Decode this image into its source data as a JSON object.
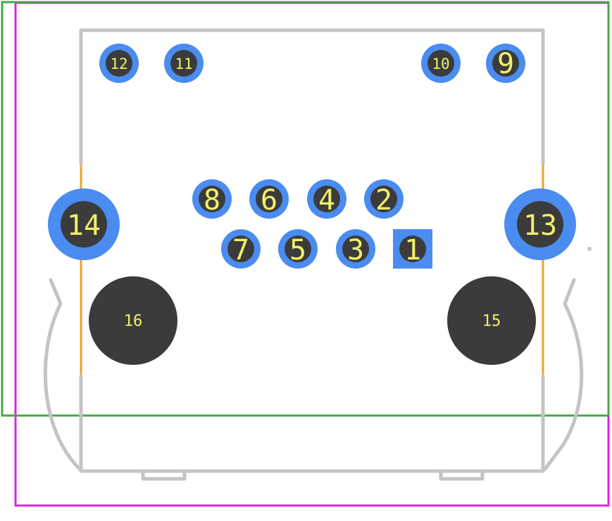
{
  "colors": {
    "background": "#ffffff",
    "courtyard": "#e020e0",
    "assembly": "#44a844",
    "silkscreen": "#c4c4c4",
    "fab": "#f0a030",
    "pad_copper": "#4a8cf0",
    "drill": "#3b3b3b",
    "label": "#f2f06a"
  },
  "pads": [
    {
      "id": "pin-1",
      "label": "1",
      "shape": "square"
    },
    {
      "id": "pin-2",
      "label": "2",
      "shape": "round"
    },
    {
      "id": "pin-3",
      "label": "3",
      "shape": "round"
    },
    {
      "id": "pin-4",
      "label": "4",
      "shape": "round"
    },
    {
      "id": "pin-5",
      "label": "5",
      "shape": "round"
    },
    {
      "id": "pin-6",
      "label": "6",
      "shape": "round"
    },
    {
      "id": "pin-7",
      "label": "7",
      "shape": "round"
    },
    {
      "id": "pin-8",
      "label": "8",
      "shape": "round"
    },
    {
      "id": "pin-9",
      "label": "9",
      "shape": "round"
    },
    {
      "id": "pin-10",
      "label": "10",
      "shape": "round"
    },
    {
      "id": "pin-11",
      "label": "11",
      "shape": "round"
    },
    {
      "id": "pin-12",
      "label": "12",
      "shape": "round"
    },
    {
      "id": "pin-13",
      "label": "13",
      "shape": "mount"
    },
    {
      "id": "pin-14",
      "label": "14",
      "shape": "mount"
    },
    {
      "id": "pin-15",
      "label": "15",
      "shape": "npth"
    },
    {
      "id": "pin-16",
      "label": "16",
      "shape": "npth"
    }
  ]
}
